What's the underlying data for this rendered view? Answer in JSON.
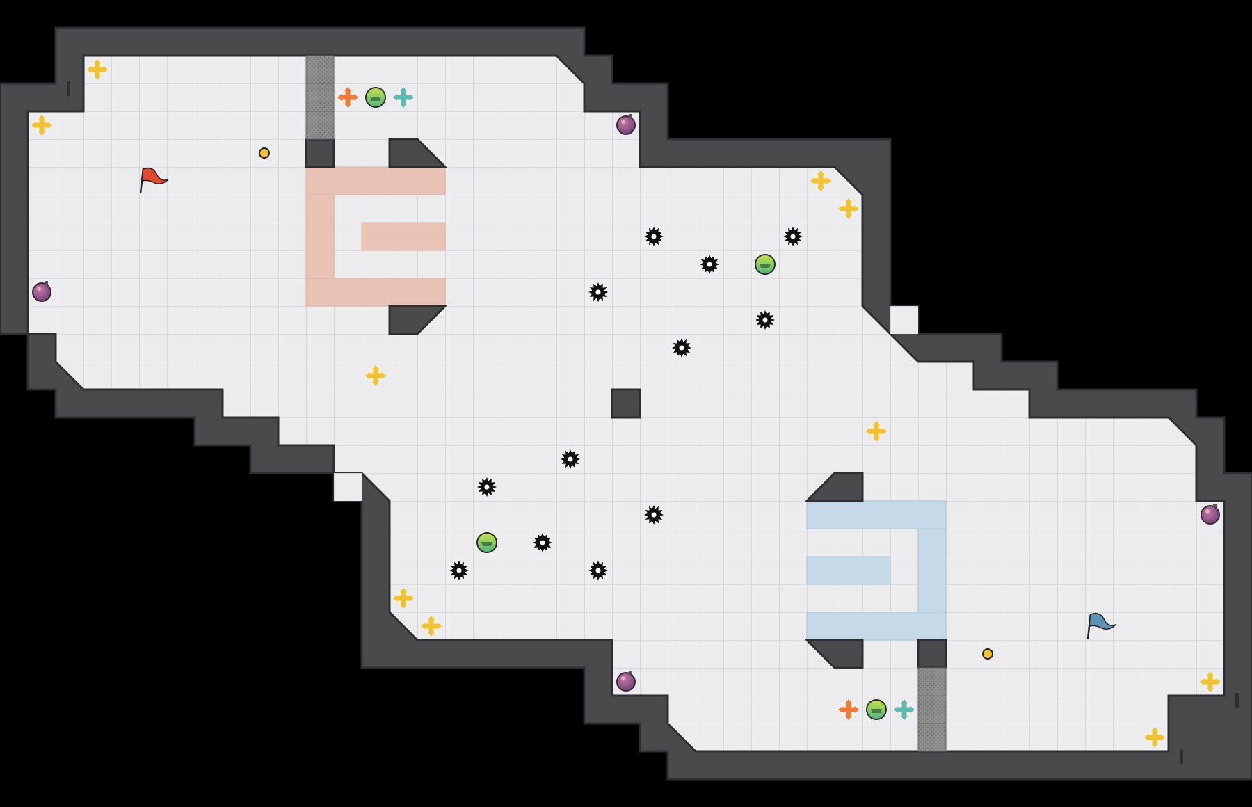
{
  "map": {
    "name": "",
    "teams": {
      "red": {
        "color": "#e8c3b6",
        "flag_color": "#e3492f"
      },
      "blue": {
        "color": "#c6d9e8",
        "flag_color": "#5d93b0"
      }
    },
    "colors": {
      "background": "#000000",
      "wall": "#4a4a4c",
      "floor": "#ececee",
      "grid": "#d9d9dc",
      "gate": "#8a8a8a"
    }
  },
  "objects": [
    {
      "kind": "boost",
      "icon": "yellow-plus-icon",
      "team": "neutral"
    },
    {
      "kind": "powerup",
      "icon": "orange-plus-icon",
      "team": "neutral"
    },
    {
      "kind": "powerup",
      "icon": "teal-plus-icon",
      "team": "neutral"
    },
    {
      "kind": "button",
      "icon": "green-button-icon",
      "team": "neutral"
    },
    {
      "kind": "bomb",
      "icon": "bomb-icon",
      "team": "neutral"
    },
    {
      "kind": "spike",
      "icon": "spike-icon",
      "team": "neutral"
    },
    {
      "kind": "flag",
      "icon": "red-flag-icon",
      "team": "red"
    },
    {
      "kind": "flag",
      "icon": "blue-flag-icon",
      "team": "blue"
    },
    {
      "kind": "portal",
      "icon": "yellow-dot-icon",
      "team": "neutral"
    }
  ]
}
